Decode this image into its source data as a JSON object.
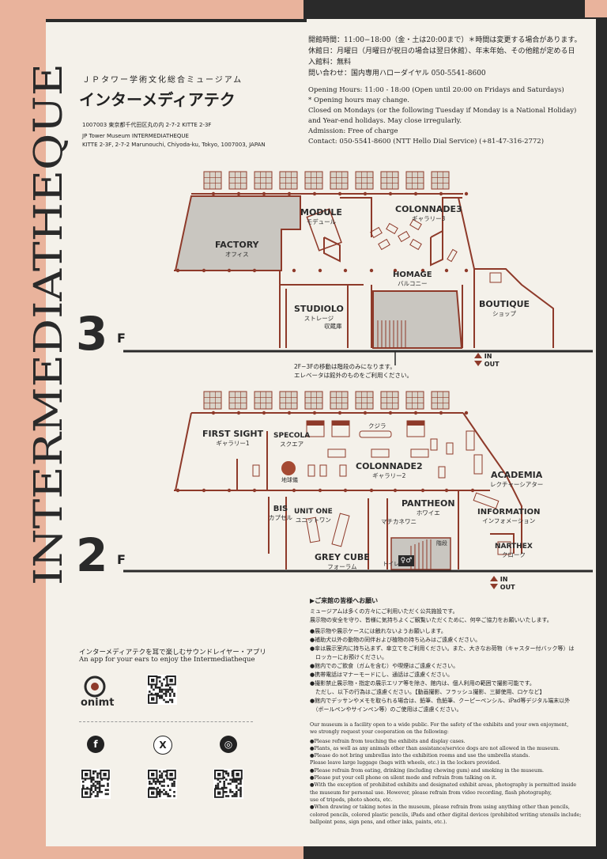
{
  "vertical_title": "INTERMEDIATHEQUE",
  "header": {
    "jp_subtitle": "ＪＰタワー学術文化総合ミュージアム",
    "jp_title": "インターメディアテク",
    "address_jp": "1007003  東京都千代田区丸の内 2-7-2  KITTE 2-3F",
    "name_en": "JP Tower Museum INTERMEDIATHEQUE",
    "address_en": "KITTE 2-3F, 2-7-2 Marunouchi, Chiyoda-ku, Tokyo, 1007003, JAPAN"
  },
  "info": {
    "jp": [
      "開館時間：11:00−18:00（金・土は20:00まで）＊時間は変更する場合があります。",
      "休館日：月曜日（月曜日が祝日の場合は翌日休館）、年末年始、その他館が定める日",
      "入館料：無料",
      "問い合わせ：国内専用ハローダイヤル 050-5541-8600"
    ],
    "en": [
      "Opening Hours: 11:00 - 18:00 (Open until 20:00 on Fridays and Saturdays)",
      "* Opening hours may change.",
      "Closed on Mondays (or the following Tuesday if Monday is a National Holiday)",
      "and Year-end holidays. May close irregularly.",
      "Admission: Free of charge",
      "Contact: 050-5541-8600 (NTT Hello Dial Service) (+81-47-316-2772)"
    ]
  },
  "floor3": {
    "label": "3",
    "suffix": "F",
    "rooms": {
      "factory": {
        "name": "FACTORY",
        "sub": "オフィス"
      },
      "module": {
        "name": "MODULE",
        "sub": "モデュール"
      },
      "colonnade3": {
        "name": "COLONNADE3",
        "sub": "ギャラリー3"
      },
      "homage": {
        "name": "HOMAGE",
        "sub": "バルコニー"
      },
      "studiolo": {
        "name": "STUDIOLO",
        "sub": "ストレージ"
      },
      "storage": "収蔵庫",
      "boutique": {
        "name": "BOUTIQUE",
        "sub": "ショップ"
      }
    },
    "in": "IN",
    "out": "OUT",
    "note": [
      "2F−3Fの移動は階段のみになります。",
      "エレベータは館外のものをご利用ください。"
    ]
  },
  "floor2": {
    "label": "2",
    "suffix": "F",
    "rooms": {
      "first_sight": {
        "name": "FIRST SIGHT",
        "sub": "ギャラリー1"
      },
      "specola": {
        "name": "SPECOLA",
        "sub": "スクエア"
      },
      "kujira": "クジラ",
      "globe": "地球儀",
      "colonnade2": {
        "name": "COLONNADE2",
        "sub": "ギャラリー2"
      },
      "academia": {
        "name": "ACADEMIA",
        "sub": "レクチャーシアター"
      },
      "bis": {
        "name": "BIS",
        "sub": "カプセル"
      },
      "unit_one": {
        "name": "UNIT ONE",
        "sub": "ユニットワン"
      },
      "pantheon": {
        "name": "PANTHEON",
        "sub": "ホワイエ"
      },
      "machikaneni": "マチカネワニ",
      "information": {
        "name": "INFORMATION",
        "sub": "インフォメーション"
      },
      "stairs": "階段",
      "narthex": {
        "name": "NARTHEX",
        "sub": "クローク"
      },
      "toilet": "トイレ",
      "grey_cube": {
        "name": "GREY CUBE",
        "sub": "フォーラム"
      }
    },
    "in": "IN",
    "out": "OUT"
  },
  "app": {
    "jp": "インターメディアテクを耳で楽しむサウンドレイヤー・アプリ",
    "en": "An app for your ears to enjoy the Intermediatheque",
    "logo": "onimt"
  },
  "social": [
    {
      "icon": "facebook-icon",
      "glyph": "f"
    },
    {
      "icon": "x-icon",
      "glyph": "X"
    },
    {
      "icon": "instagram-icon",
      "glyph": "◎"
    }
  ],
  "notice": {
    "heading": "▶ご来館の皆様へお願い",
    "intro_jp": [
      "ミュージアムは多くの方々にご利用いただく公共施設です。",
      "展示物の安全を守り、皆様に気持ちよくご観覧いただくために、何卒ご協力をお願いいたします。"
    ],
    "rules_jp": [
      "●展示物や展示ケースには触れないようお願いします。",
      "●補助犬以外の動物の同伴および植物の持ち込みはご遠慮ください。",
      "●傘は展示室内に持ち込まず、傘立てをご利用ください。また、大きなお荷物（キャスター付バック等）は",
      "　ロッカーにお預けください。",
      "●館内でのご飲食（ガムを含む）や喫煙はご遠慮ください。",
      "●携帯電話はマナーモードにし、通話はご遠慮ください。",
      "●撮影禁止展示物・指定の展示エリア等を除き、館内は、個人利用の範囲で撮影可能です。",
      "　ただし、以下の行為はご遠慮ください。【動画撮影、フラッシュ撮影、三脚使用、ロケなど】",
      "●館内でデッサンやメモを取られる場合は、鉛筆、色鉛筆、クーピーペンシル、iPad等デジタル端末以外",
      "　（ボールペンやサインペン等）のご使用はご遠慮ください。"
    ],
    "intro_en": [
      "Our museum is a facility open to a wide public.  For the safety of the exhibits and your own enjoyment,",
      "we strongly request your cooperation on the following:"
    ],
    "rules_en": [
      "●Please refrain from touching the exhibits and display cases.",
      "●Plants, as well as any animals other than assistance/service dogs are not allowed in the museum.",
      "●Please do not bring umbrellas into the exhibition rooms and use the umbrella stands.",
      "  Please leave large luggage (bags with wheels, etc.) in the lockers provided.",
      "●Please refrain from eating, drinking (including chewing gum) and smoking in the museum.",
      "●Please put your cell phone on silent mode and refrain from talking on it.",
      "●With the exception of prohibited exhibits and designated exhibit areas, photography is permitted inside",
      "  the museum for personal use.  However, please refrain from video recording, flash photography,",
      "  use of tripods, photo shoots, etc.",
      "●When drawing or taking notes in the museum, please refrain from using anything other than pencils,",
      "  colored pencils, colored plastic pencils, iPads and other digital devices (prohibited writing utensils include;",
      "  ballpoint pens, sign pens, and other inks, paints, etc.)."
    ]
  },
  "colors": {
    "salmon": "#e9b39c",
    "dark": "#2a2a2a",
    "accent": "#8e3a2a",
    "grey": "#c9c6c0"
  }
}
